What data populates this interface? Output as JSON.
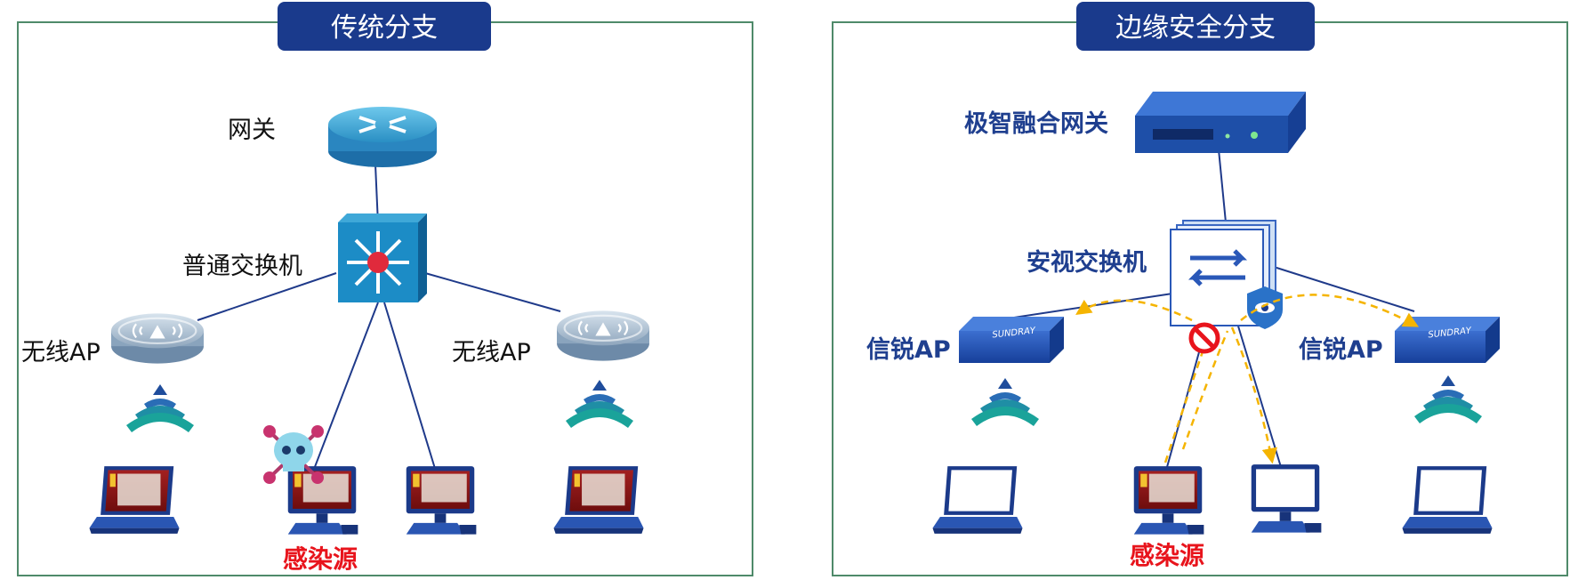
{
  "left_panel": {
    "title": "传统分支",
    "gateway_label": "网关",
    "switch_label": "普通交换机",
    "ap_left_label": "无线AP",
    "ap_right_label": "无线AP",
    "infection_label": "感染源"
  },
  "right_panel": {
    "title": "边缘安全分支",
    "gateway_label": "极智融合网关",
    "switch_label": "安视交换机",
    "ap_left_label": "信锐AP",
    "ap_right_label": "信锐AP",
    "ap_brand": "SUNDRAY",
    "infection_label": "感染源"
  },
  "colors": {
    "panel_border": "#4f8a6a",
    "title_bg": "#1a3a8c",
    "line": "#1f3a8a",
    "infection_text": "#e8141c",
    "threat_path": "#f5b400",
    "device_blue": "#1e4fa8",
    "wifi_teal": "#1aa39a"
  }
}
